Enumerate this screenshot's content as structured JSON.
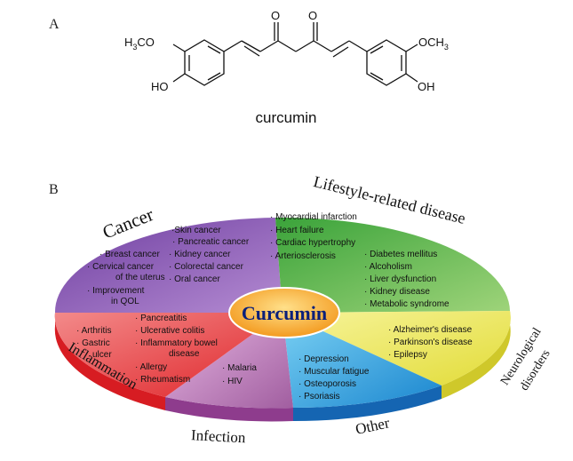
{
  "panel_a": {
    "letter": "A",
    "compound_name": "curcumin",
    "groups": {
      "h3co_main": "H",
      "h3co_sub": "3",
      "h3co_end": "CO",
      "och3_main": "OCH",
      "och3_sub": "3",
      "ho_left": "HO",
      "oh_right": "OH",
      "o_left": "O",
      "o_right": "O"
    }
  },
  "panel_b": {
    "letter": "B",
    "center_label": "Curcumin",
    "colors": {
      "cancer": "#8e5bb6",
      "lifestyle": "#5cb947",
      "neuro": "#ecec58",
      "other": "#2e9ed6",
      "infection": "#b76bb5",
      "inflammation": "#e8393a",
      "center": "#f5a32b"
    },
    "categories": {
      "cancer": "Cancer",
      "lifestyle": "Lifestyle-related disease",
      "neuro_line1": "Neurological",
      "neuro_line2": "disorders",
      "other": "Other",
      "infection": "Infection",
      "inflammation": "Inflammation"
    },
    "cancer_items_left": [
      "Breast cancer",
      "Cervical cancer",
      "of the uterus",
      "Improvement",
      "in QOL"
    ],
    "cancer_items_right": [
      "Skin cancer",
      "Pancreatic cancer",
      "Kidney cancer",
      "Colorectal cancer",
      "Oral cancer"
    ],
    "lifestyle_items_a": [
      "Myocardial infarction",
      "Heart failure",
      "Cardiac hypertrophy",
      "Arteriosclerosis"
    ],
    "lifestyle_items_b": [
      "Diabetes mellitus",
      "Alcoholism",
      "Liver dysfunction",
      "Kidney disease",
      "Metabolic syndrome"
    ],
    "neuro_items": [
      "Alzheimer's disease",
      "Parkinson's disease",
      "Epilepsy"
    ],
    "other_items": [
      "Depression",
      "Muscular fatigue",
      "Osteoporosis",
      "Psoriasis"
    ],
    "infection_items": [
      "Malaria",
      "HIV"
    ],
    "inflammation_items_left": [
      "Arthritis",
      "Gastric",
      "ulcer"
    ],
    "inflammation_items_right": [
      "Pancreatitis",
      "Ulcerative colitis",
      "Inflammatory bowel",
      "disease",
      "Allergy",
      "Rheumatism"
    ]
  }
}
